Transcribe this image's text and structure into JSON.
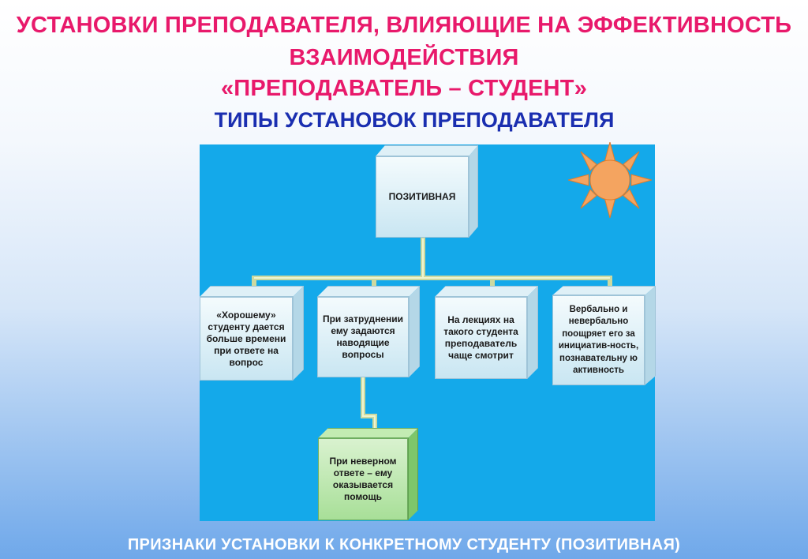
{
  "header": {
    "line1": "УСТАНОВКИ ПРЕПОДАВАТЕЛЯ, ВЛИЯЮЩИЕ НА ЭФФЕКТИВНОСТЬ",
    "line2": "ВЗАИМОДЕЙСТВИЯ",
    "line3": "«ПРЕПОДАВАТЕЛЬ – СТУДЕНТ»",
    "subtitle": "ТИПЫ УСТАНОВОК  ПРЕПОДАВАТЕЛЯ"
  },
  "diagram": {
    "root": "ПОЗИТИВНАЯ",
    "children": [
      "«Хорошему» студенту дается больше времени при ответе на вопрос",
      "При затруднении ему задаются наводящие вопросы",
      "На лекциях на такого студента преподаватель чаще смотрит",
      "Вербально и невербально поощряет его за инициатив-ность, познавательну ю активность"
    ],
    "sub_child": "При неверном ответе – ему оказывается помощь"
  },
  "footer": "ПРИЗНАКИ УСТАНОВКИ К КОНКРЕТНОМУ СТУДЕНТУ (ПОЗИТИВНАЯ)",
  "colors": {
    "title": "#e8196b",
    "subtitle": "#1a2eb0",
    "panel": "#14a9ea",
    "connector": "#dde9b0",
    "sun": "#f4a460",
    "sub_child_box": "#a8df98"
  },
  "icons": [
    "sun-icon"
  ]
}
